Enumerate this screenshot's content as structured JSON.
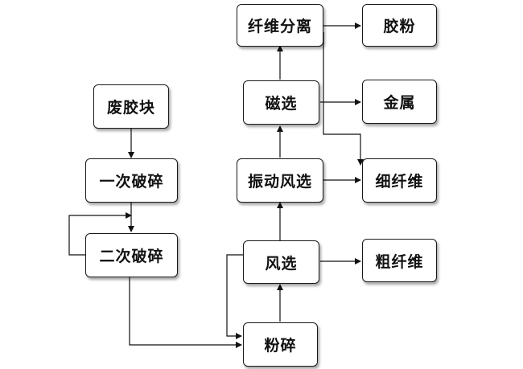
{
  "diagram": {
    "nodes": {
      "waste_rubber": "废胶块",
      "primary_crush": "一次破碎",
      "secondary_crush": "二次破碎",
      "pulverize": "粉碎",
      "air_sep": "风选",
      "vibro_air_sep": "振动风选",
      "magnetic_sep": "磁选",
      "fiber_sep": "纤维分离",
      "rubber_powder": "胶粉",
      "metal": "金属",
      "fine_fiber": "细纤维",
      "coarse_fiber": "粗纤维"
    }
  }
}
